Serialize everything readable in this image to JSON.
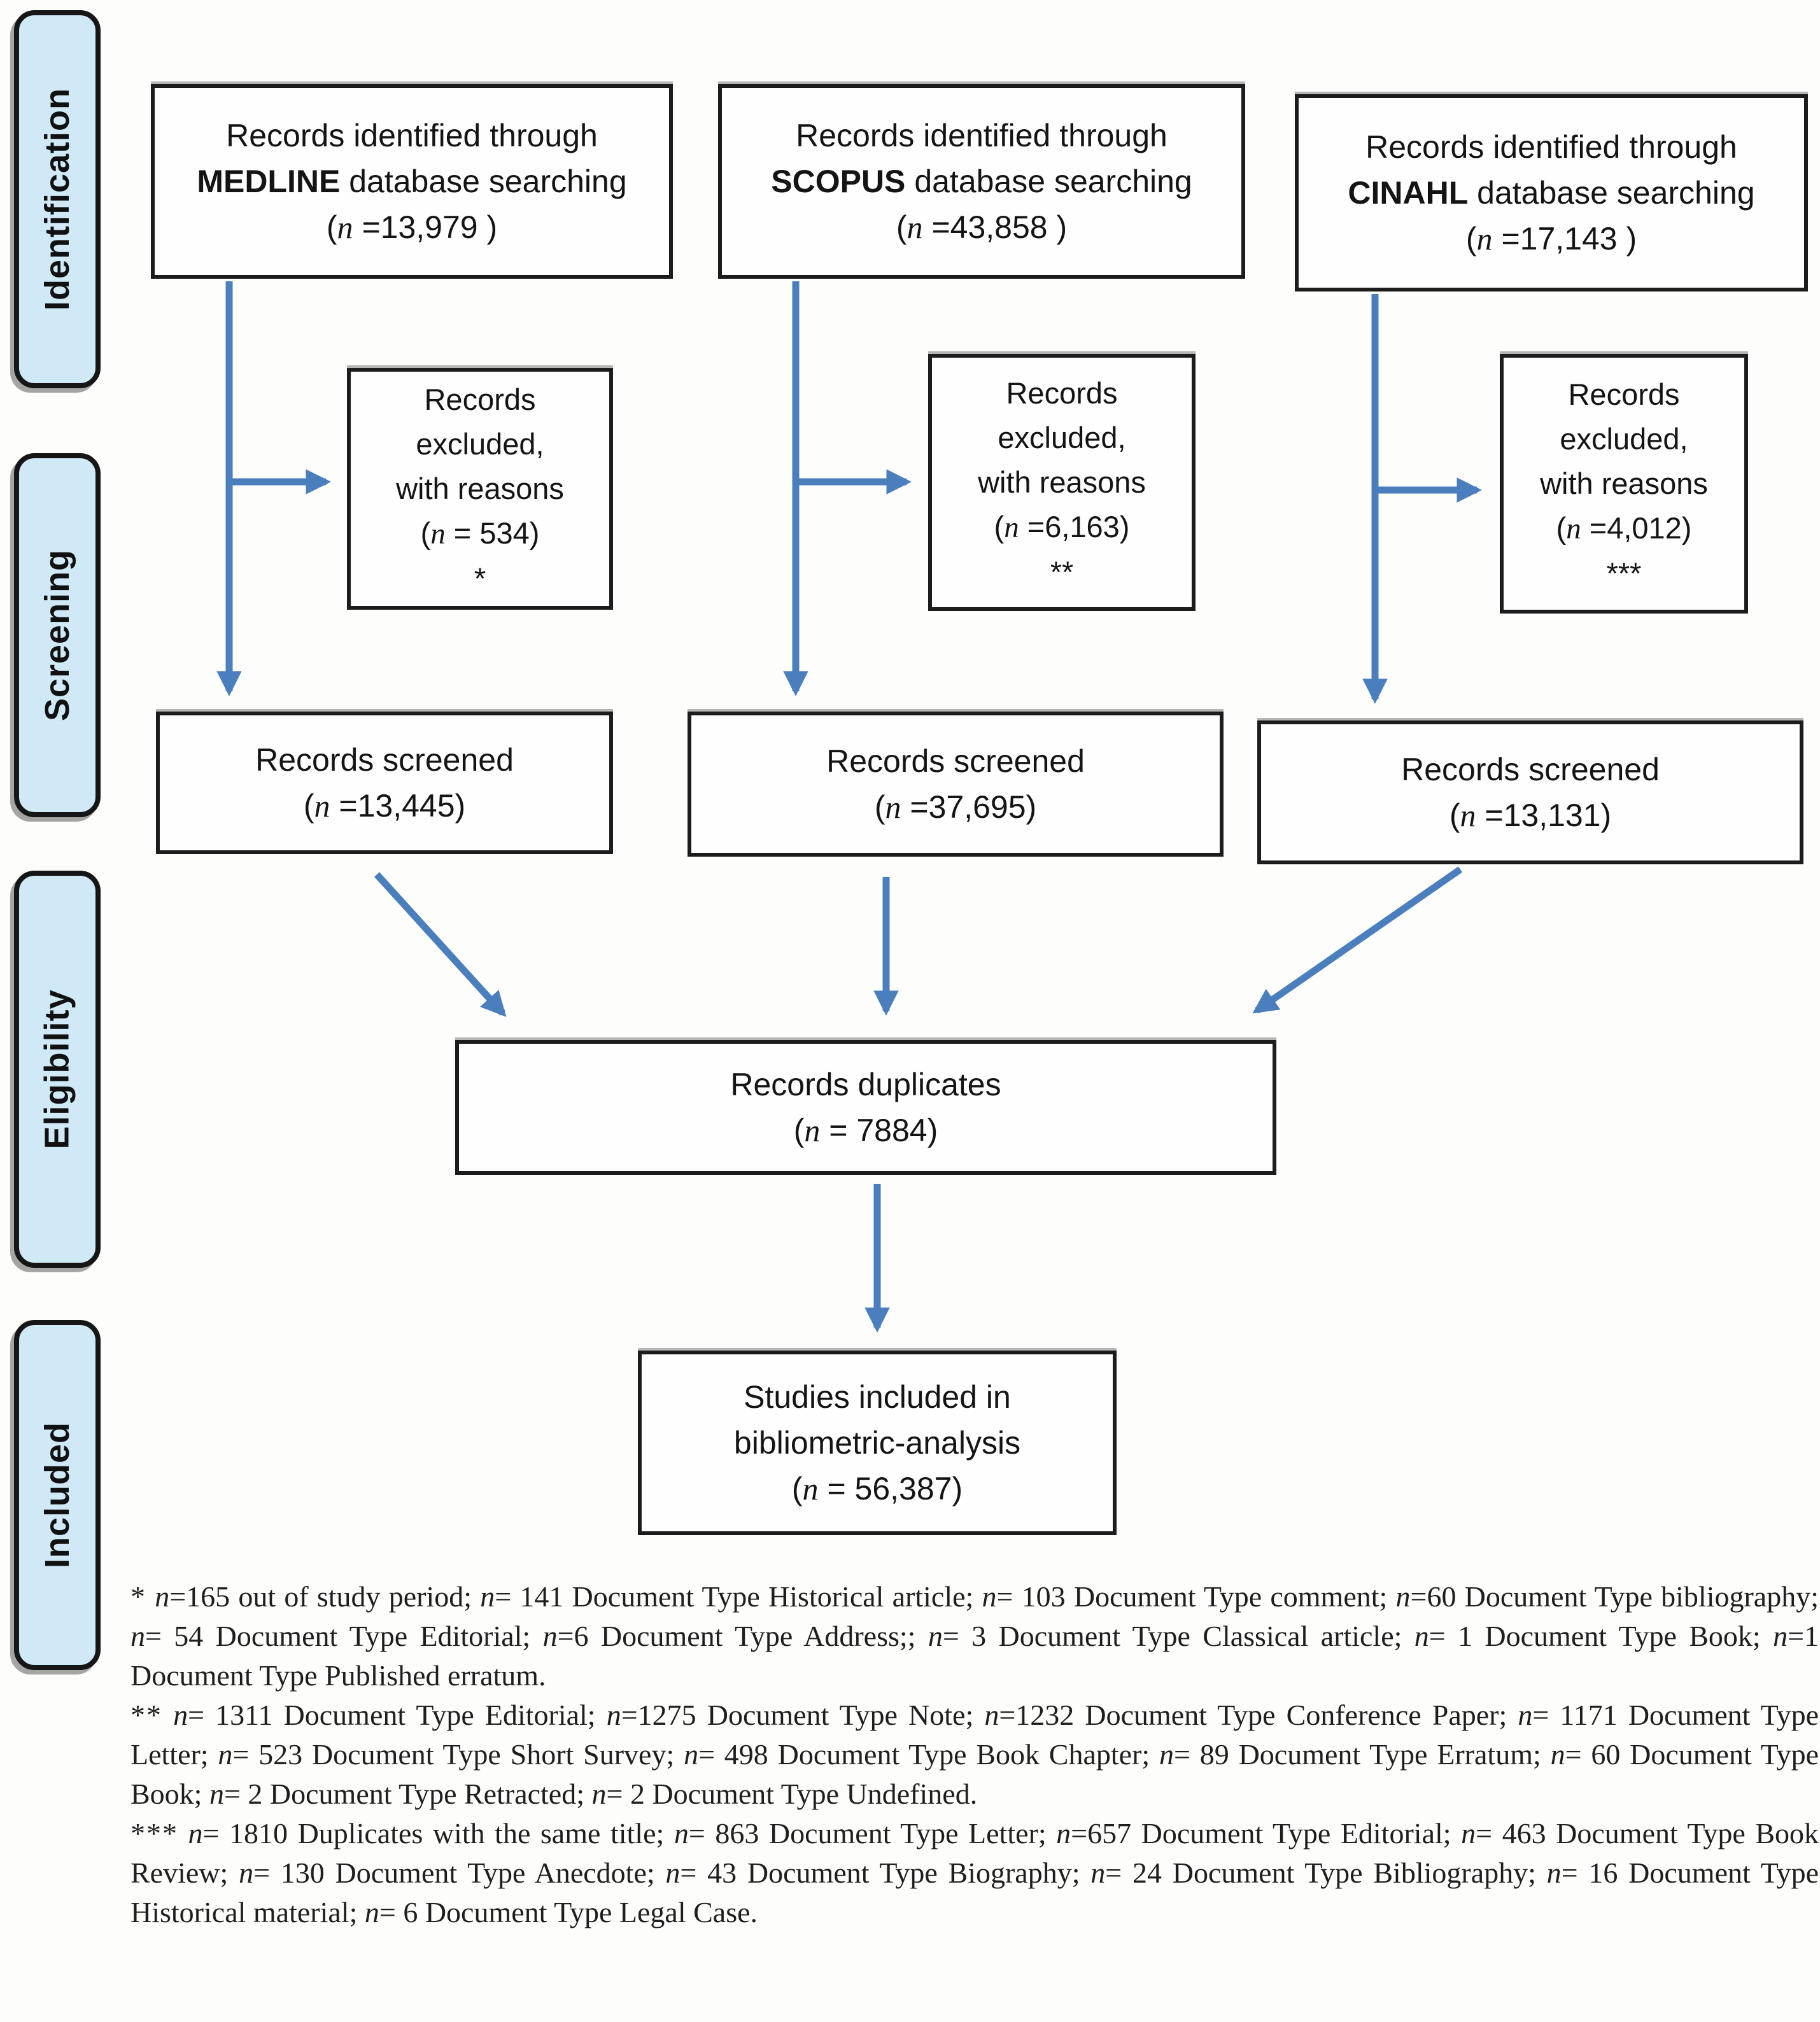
{
  "diagram": {
    "colors": {
      "arrow": "#4a7ebc",
      "stage_fill": "#cfe9f7",
      "box_border": "#1c1c1c"
    },
    "stages": [
      {
        "label": "Identification"
      },
      {
        "label": "Screening"
      },
      {
        "label": "Eligibility"
      },
      {
        "label": "Included"
      }
    ],
    "sources": [
      {
        "line1": "Records identified through",
        "db": "MEDLINE",
        "line2_rest": " database searching",
        "count_line": "(n =13,979 )"
      },
      {
        "line1": "Records identified through",
        "db": "SCOPUS",
        "line2_rest": " database searching",
        "count_line": "(n =43,858 )"
      },
      {
        "line1": "Records identified through",
        "db": "CINAHL",
        "line2_rest": " database searching",
        "count_line": "(n =17,143 )"
      }
    ],
    "excluded": [
      {
        "l1": "Records",
        "l2": "excluded,",
        "l3": "with reasons",
        "count_line": "(n = 534)",
        "stars": "*"
      },
      {
        "l1": "Records",
        "l2": "excluded,",
        "l3": "with reasons",
        "count_line": "(n =6,163)",
        "stars": "**"
      },
      {
        "l1": "Records",
        "l2": "excluded,",
        "l3": "with reasons",
        "count_line": "(n =4,012)",
        "stars": "***"
      }
    ],
    "screened": [
      {
        "label": "Records screened",
        "count_line": "(n =13,445)"
      },
      {
        "label": "Records screened",
        "count_line": "(n =37,695)"
      },
      {
        "label": "Records screened",
        "count_line": "(n =13,131)"
      }
    ],
    "duplicates": {
      "label": "Records duplicates",
      "count_line": "(n = 7884)"
    },
    "included_box": {
      "line1": "Studies included in",
      "line2": "bibliometric-analysis",
      "count_line": "(n = 56,387)"
    },
    "footnotes": [
      {
        "marker": "*",
        "text": "n=165 out of study period; n= 141 Document Type Historical article; n= 103 Document Type comment; n=60 Document Type bibliography; n= 54 Document Type Editorial; n=6 Document Type Address;; n= 3 Document Type Classical article; n= 1 Document Type Book; n=1 Document Type Published erratum."
      },
      {
        "marker": "**",
        "text": "n= 1311 Document Type Editorial; n=1275 Document Type Note; n=1232 Document Type Conference Paper; n= 1171 Document Type Letter; n= 523 Document Type Short Survey; n= 498 Document Type Book Chapter; n= 89 Document Type Erratum; n= 60 Document Type Book; n= 2 Document Type Retracted; n= 2 Document Type Undefined."
      },
      {
        "marker": "***",
        "text": "n= 1810 Duplicates with the same title; n= 863 Document Type Letter; n=657 Document Type Editorial; n= 463 Document Type Book Review; n= 130 Document Type Anecdote; n= 43 Document Type Biography; n= 24 Document Type Bibliography; n= 16 Document Type Historical material; n= 6 Document Type Legal Case."
      }
    ]
  }
}
